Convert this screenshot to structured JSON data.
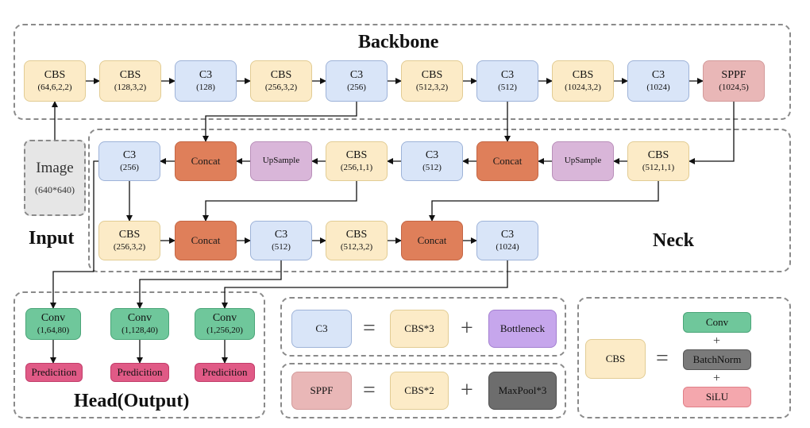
{
  "labels": {
    "backbone": "Backbone",
    "neck": "Neck",
    "input": "Input",
    "head": "Head(Output)"
  },
  "nodes": {
    "b_cbs1": {
      "kind": "cbs",
      "l1": "CBS",
      "l2": "(64,6,2,2)"
    },
    "b_cbs2": {
      "kind": "cbs",
      "l1": "CBS",
      "l2": "(128,3,2)"
    },
    "b_c3_1": {
      "kind": "c3",
      "l1": "C3",
      "l2": "(128)"
    },
    "b_cbs3": {
      "kind": "cbs",
      "l1": "CBS",
      "l2": "(256,3,2)"
    },
    "b_c3_2": {
      "kind": "c3",
      "l1": "C3",
      "l2": "(256)"
    },
    "b_cbs4": {
      "kind": "cbs",
      "l1": "CBS",
      "l2": "(512,3,2)"
    },
    "b_c3_3": {
      "kind": "c3",
      "l1": "C3",
      "l2": "(512)"
    },
    "b_cbs5": {
      "kind": "cbs",
      "l1": "CBS",
      "l2": "(1024,3,2)"
    },
    "b_c3_4": {
      "kind": "c3",
      "l1": "C3",
      "l2": "(1024)"
    },
    "b_sppf": {
      "kind": "sppf",
      "l1": "SPPF",
      "l2": "(1024,5)"
    },
    "image": {
      "kind": "image",
      "l1": "Image",
      "l2": "(640*640)"
    },
    "n1_c3": {
      "kind": "c3",
      "l1": "C3",
      "l2": "(256)"
    },
    "n1_concat1": {
      "kind": "concat",
      "l1": "Concat",
      "l2": ""
    },
    "n1_up1": {
      "kind": "up",
      "l1": "UpSample",
      "l2": ""
    },
    "n1_cbs1": {
      "kind": "cbs",
      "l1": "CBS",
      "l2": "(256,1,1)"
    },
    "n1_c3b": {
      "kind": "c3",
      "l1": "C3",
      "l2": "(512)"
    },
    "n1_concat2": {
      "kind": "concat",
      "l1": "Concat",
      "l2": ""
    },
    "n1_up2": {
      "kind": "up",
      "l1": "UpSample",
      "l2": ""
    },
    "n1_cbs2": {
      "kind": "cbs",
      "l1": "CBS",
      "l2": "(512,1,1)"
    },
    "n2_cbs1": {
      "kind": "cbs",
      "l1": "CBS",
      "l2": "(256,3,2)"
    },
    "n2_concat1": {
      "kind": "concat",
      "l1": "Concat",
      "l2": ""
    },
    "n2_c3a": {
      "kind": "c3",
      "l1": "C3",
      "l2": "(512)"
    },
    "n2_cbs2": {
      "kind": "cbs",
      "l1": "CBS",
      "l2": "(512,3,2)"
    },
    "n2_concat2": {
      "kind": "concat",
      "l1": "Concat",
      "l2": ""
    },
    "n2_c3b": {
      "kind": "c3",
      "l1": "C3",
      "l2": "(1024)"
    },
    "h_conv1": {
      "kind": "conv",
      "l1": "Conv",
      "l2": "(1,64,80)"
    },
    "h_conv2": {
      "kind": "conv",
      "l1": "Conv",
      "l2": "(1,128,40)"
    },
    "h_conv3": {
      "kind": "conv",
      "l1": "Conv",
      "l2": "(1,256,20)"
    },
    "h_pred1": {
      "kind": "pred",
      "l1": "Predicition",
      "l2": ""
    },
    "h_pred2": {
      "kind": "pred",
      "l1": "Predicition",
      "l2": ""
    },
    "h_pred3": {
      "kind": "pred",
      "l1": "Predicition",
      "l2": ""
    },
    "lg_c3": {
      "kind": "c3",
      "l1": "C3",
      "l2": ""
    },
    "lg_cbs3": {
      "kind": "cbs",
      "l1": "CBS*3",
      "l2": ""
    },
    "lg_bottleneck": {
      "kind": "bottle",
      "l1": "Bottleneck",
      "l2": ""
    },
    "lg_sppf": {
      "kind": "sppf",
      "l1": "SPPF",
      "l2": ""
    },
    "lg_cbs2": {
      "kind": "cbs",
      "l1": "CBS*2",
      "l2": ""
    },
    "lg_maxpool": {
      "kind": "maxpool",
      "l1": "MaxPool*3",
      "l2": ""
    },
    "lg_cbs": {
      "kind": "cbs",
      "l1": "CBS",
      "l2": ""
    },
    "lg_conv": {
      "kind": "conv",
      "l1": "Conv",
      "l2": ""
    },
    "lg_bn": {
      "kind": "bn",
      "l1": "BatchNorm",
      "l2": ""
    },
    "lg_silu": {
      "kind": "silu",
      "l1": "SiLU",
      "l2": ""
    }
  },
  "operators": {
    "eq1": "=",
    "plus1": "+",
    "eq2": "=",
    "plus2": "+",
    "eq3": "=",
    "plus3": "+",
    "plus4": "+"
  },
  "edges": [
    [
      "b_cbs1",
      "b_cbs2"
    ],
    [
      "b_cbs2",
      "b_c3_1"
    ],
    [
      "b_c3_1",
      "b_cbs3"
    ],
    [
      "b_cbs3",
      "b_c3_2"
    ],
    [
      "b_c3_2",
      "b_cbs4"
    ],
    [
      "b_cbs4",
      "b_c3_3"
    ],
    [
      "b_c3_3",
      "b_cbs5"
    ],
    [
      "b_cbs5",
      "b_c3_4"
    ],
    [
      "b_c3_4",
      "b_sppf"
    ],
    [
      "image",
      "b_cbs1"
    ],
    [
      "b_sppf",
      "n1_cbs2"
    ],
    [
      "n1_cbs2",
      "n1_up2"
    ],
    [
      "n1_up2",
      "n1_concat2"
    ],
    [
      "b_c3_3",
      "n1_concat2"
    ],
    [
      "n1_concat2",
      "n1_c3b"
    ],
    [
      "n1_c3b",
      "n1_cbs1"
    ],
    [
      "n1_cbs1",
      "n1_up1"
    ],
    [
      "n1_up1",
      "n1_concat1"
    ],
    [
      "b_c3_2",
      "n1_concat1"
    ],
    [
      "n1_concat1",
      "n1_c3"
    ],
    [
      "n1_c3",
      "n2_cbs1"
    ],
    [
      "n2_cbs1",
      "n2_concat1"
    ],
    [
      "n1_cbs1",
      "n2_concat1"
    ],
    [
      "n2_concat1",
      "n2_c3a"
    ],
    [
      "n2_c3a",
      "n2_cbs2"
    ],
    [
      "n2_cbs2",
      "n2_concat2"
    ],
    [
      "n1_cbs2",
      "n2_concat2"
    ],
    [
      "n2_concat2",
      "n2_c3b"
    ],
    [
      "n1_c3",
      "h_conv1"
    ],
    [
      "n2_c3a",
      "h_conv2"
    ],
    [
      "n2_c3b",
      "h_conv3"
    ],
    [
      "h_conv1",
      "h_pred1"
    ],
    [
      "h_conv2",
      "h_pred2"
    ],
    [
      "h_conv3",
      "h_pred3"
    ]
  ]
}
